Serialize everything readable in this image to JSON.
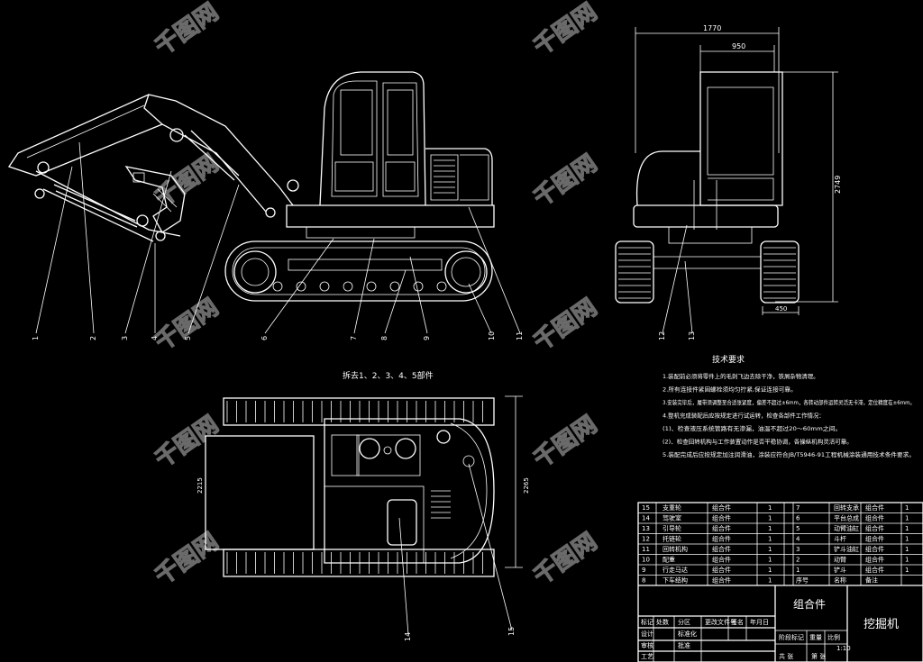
{
  "watermark": "千图网",
  "part_numbers": [
    "1",
    "2",
    "3",
    "4",
    "5",
    "6",
    "7",
    "8",
    "9",
    "10",
    "11",
    "12",
    "13",
    "14",
    "15"
  ],
  "dimensions": {
    "overall_width": "1770",
    "track_width": "950",
    "height": "2749",
    "track_gauge": "450",
    "plan_width_left": "2215",
    "plan_width_right": "2265"
  },
  "plan_view_caption": "拆去1、2、3、4、5部件",
  "tech_requirements": {
    "title": "技术要求",
    "items": [
      "1.装配前必须将零件上的毛刺飞边去除干净，铁屑杂物清理。",
      "2.所有连接件紧固螺栓须均匀拧紧,保证连接可靠。",
      "3.安装完毕后，履带须调整至合适张紧度，偏差不超过±6mm，各转动部件运转灵活无卡滞，定位精度在±6mm。",
      "4.整机完成装配后应按规定进行试运转，检查各部件工作情况：",
      "(1)、检查液压系统管路有无渗漏，油温不超过20～60mm之间。",
      "(2)、检查回转机构与工作装置动作是否平稳协调，各操纵机构灵活可靠。",
      "5.装配完成后应按规定加注润滑油，涂装应符合JB/T5946-91工程机械涂装通用技术条件要求。"
    ]
  },
  "bom_rows": [
    {
      "left": [
        "15",
        "支重轮",
        "组合件",
        "1",
        ""
      ],
      "right": [
        "7",
        "回转支承",
        "组合件",
        "1"
      ]
    },
    {
      "left": [
        "14",
        "驾驶室",
        "组合件",
        "1",
        ""
      ],
      "right": [
        "6",
        "平台总成",
        "组合件",
        "1"
      ]
    },
    {
      "left": [
        "13",
        "引导轮",
        "组合件",
        "1",
        ""
      ],
      "right": [
        "5",
        "动臂油缸",
        "组合件",
        "1"
      ]
    },
    {
      "left": [
        "12",
        "托链轮",
        "组合件",
        "1",
        ""
      ],
      "right": [
        "4",
        "斗杆",
        "组合件",
        "1"
      ]
    },
    {
      "left": [
        "11",
        "回转机构",
        "组合件",
        "1",
        ""
      ],
      "right": [
        "3",
        "铲斗油缸",
        "组合件",
        "1"
      ]
    },
    {
      "left": [
        "10",
        "配重",
        "组合件",
        "1",
        ""
      ],
      "right": [
        "2",
        "动臂",
        "组合件",
        "1"
      ]
    },
    {
      "left": [
        "9",
        "行走马达",
        "组合件",
        "1",
        ""
      ],
      "right": [
        "1",
        "铲斗",
        "组合件",
        "1"
      ]
    },
    {
      "left": [
        "8",
        "下车结构",
        "组合件",
        "1",
        ""
      ],
      "right": [
        "序号",
        "名称",
        "备注",
        ""
      ]
    }
  ],
  "title_block": {
    "assembly": "组合件",
    "machine": "挖掘机",
    "row_labels": [
      "标记",
      "处数",
      "分区",
      "更改文件号",
      "签名",
      "年月日"
    ],
    "labels": [
      "设计",
      "标准化",
      "阶段标记",
      "重量",
      "比例",
      "审核",
      "工艺",
      "批准",
      "共 张",
      "第 张"
    ],
    "scale": "1:10"
  }
}
